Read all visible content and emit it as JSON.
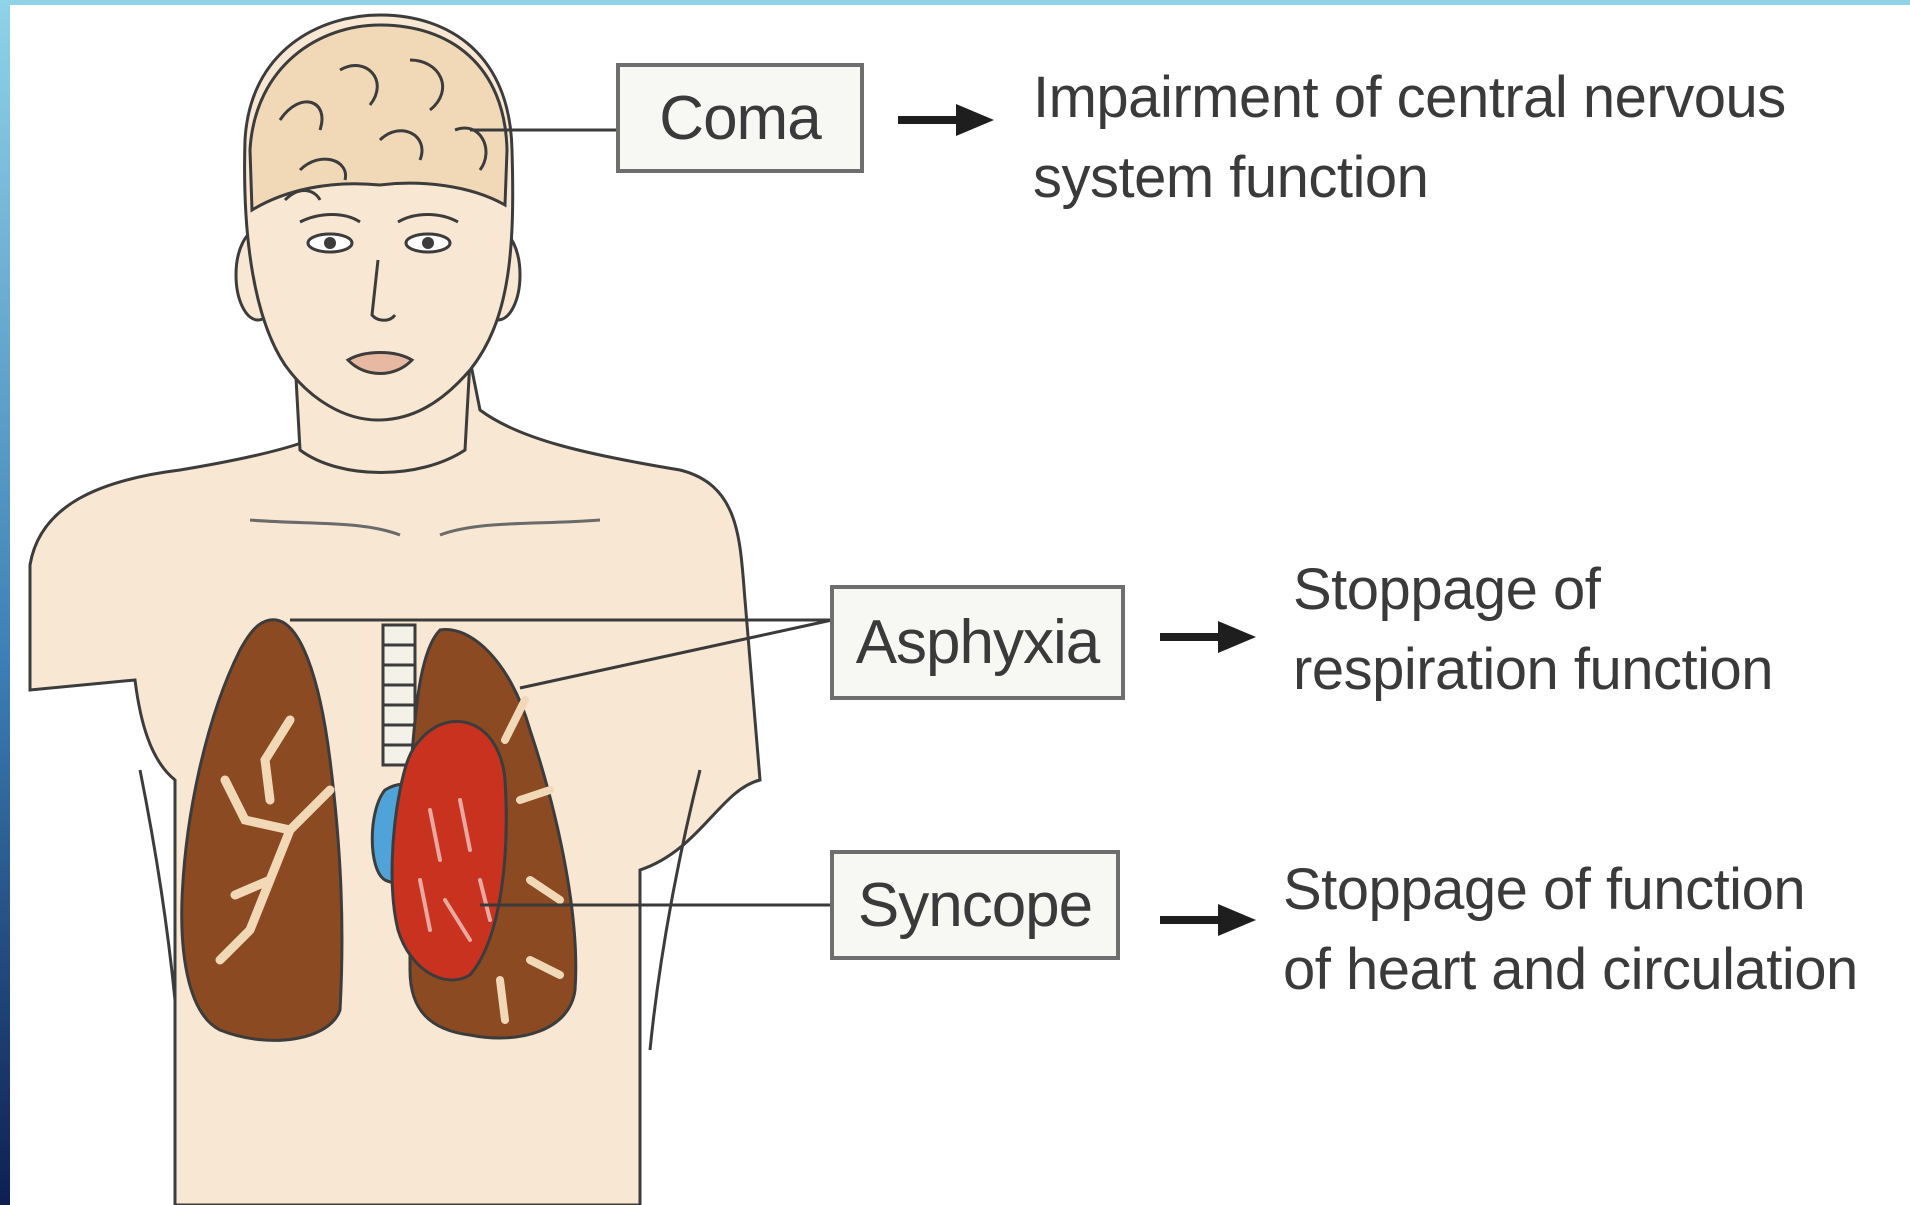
{
  "colors": {
    "frame_gradient_top": "#8fd3e8",
    "frame_gradient_bottom": "#0e1f52",
    "skin": "#f8e7d2",
    "outline": "#3c3c3c",
    "lung": "#8c4a22",
    "heart": "#c8321e",
    "vessel_blue": "#4fa3d9",
    "label_border": "#6e6e6e",
    "text": "#3a3a3a"
  },
  "rows": [
    {
      "label": "Coma",
      "description_lines": [
        "Impairment of central nervous",
        "system function"
      ],
      "organ": "brain"
    },
    {
      "label": "Asphyxia",
      "description_lines": [
        "Stoppage of",
        "respiration function"
      ],
      "organ": "lungs"
    },
    {
      "label": "Syncope",
      "description_lines": [
        "Stoppage of function",
        "of heart and circulation"
      ],
      "organ": "heart"
    }
  ],
  "icons": {
    "arrow": "right-arrow-icon"
  }
}
